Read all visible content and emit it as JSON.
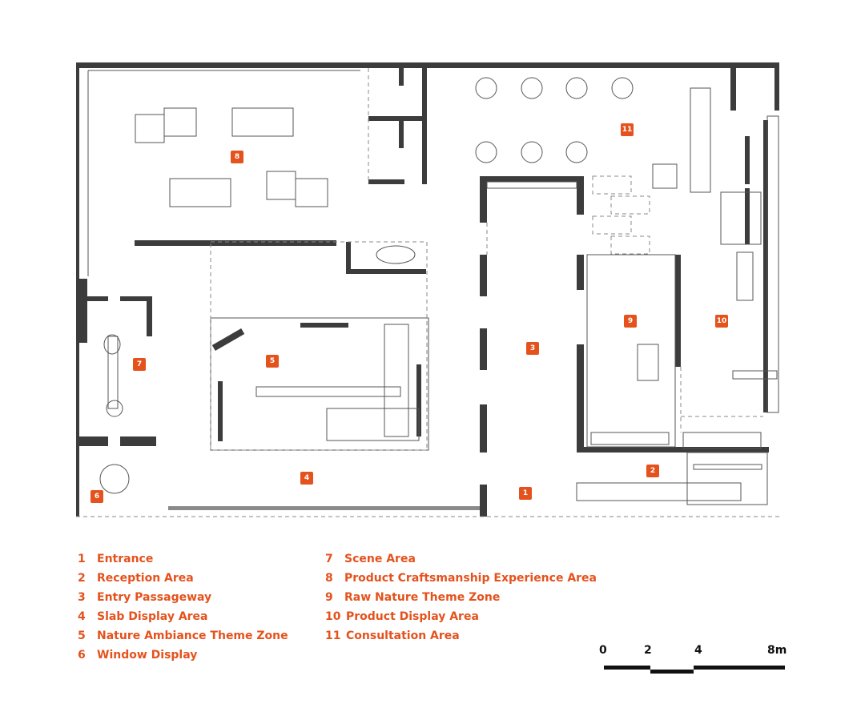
{
  "colors": {
    "accent": "#e4521d",
    "wall": "#3c3c3c",
    "line": "#555555"
  },
  "markers": [
    {
      "id": "1"
    },
    {
      "id": "2"
    },
    {
      "id": "3"
    },
    {
      "id": "4"
    },
    {
      "id": "5"
    },
    {
      "id": "6"
    },
    {
      "id": "7"
    },
    {
      "id": "8"
    },
    {
      "id": "9"
    },
    {
      "id": "10"
    },
    {
      "id": "11"
    }
  ],
  "legend": [
    {
      "num": "1",
      "label": "Entrance"
    },
    {
      "num": "2",
      "label": "Reception Area"
    },
    {
      "num": "3",
      "label": "Entry Passageway"
    },
    {
      "num": "4",
      "label": "Slab Display Area"
    },
    {
      "num": "5",
      "label": "Nature Ambiance Theme Zone"
    },
    {
      "num": "6",
      "label": "Window Display"
    },
    {
      "num": "7",
      "label": "Scene Area"
    },
    {
      "num": "8",
      "label": "Product Craftsmanship Experience Area"
    },
    {
      "num": "9",
      "label": "Raw Nature Theme Zone"
    },
    {
      "num": "10",
      "label": "Product Display Area"
    },
    {
      "num": "11",
      "label": "Consultation Area"
    }
  ],
  "scale_bar": {
    "labels": [
      "0",
      "2",
      "4",
      "8m"
    ]
  }
}
